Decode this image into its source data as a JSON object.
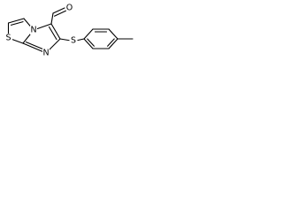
{
  "molecule": {
    "atoms": {
      "aldehyde_oxygen": "O",
      "ring_nitrogen_top": "N",
      "ring_nitrogen_bottom": "N",
      "ring_sulfur": "S",
      "thioether_sulfur": "S"
    }
  },
  "colors": {
    "bond": "#000000",
    "text": "#000000",
    "background": "#ffffff"
  }
}
